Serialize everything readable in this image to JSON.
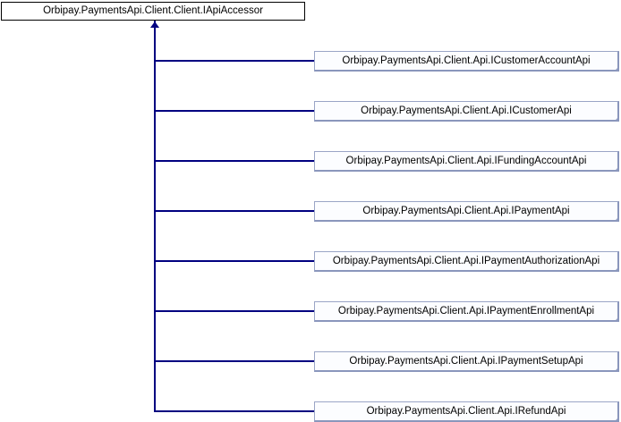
{
  "diagram": {
    "type": "class-inheritance-diagram",
    "parent": {
      "label": "Orbipay.PaymentsApi.Client.Client.IApiAccessor"
    },
    "children": [
      {
        "label": "Orbipay.PaymentsApi.Client.Api.ICustomerAccountApi"
      },
      {
        "label": "Orbipay.PaymentsApi.Client.Api.ICustomerApi"
      },
      {
        "label": "Orbipay.PaymentsApi.Client.Api.IFundingAccountApi"
      },
      {
        "label": "Orbipay.PaymentsApi.Client.Api.IPaymentApi"
      },
      {
        "label": "Orbipay.PaymentsApi.Client.Api.IPaymentAuthorizationApi"
      },
      {
        "label": "Orbipay.PaymentsApi.Client.Api.IPaymentEnrollmentApi"
      },
      {
        "label": "Orbipay.PaymentsApi.Client.Api.IPaymentSetupApi"
      },
      {
        "label": "Orbipay.PaymentsApi.Client.Api.IRefundApi"
      }
    ],
    "colors": {
      "connector": "#000080",
      "parent_border": "#000000",
      "parent_fill": "#ffffff",
      "child_border_light": "#9aa5c6",
      "child_border_dark": "#8a96bc",
      "child_fill": "#fcfdff",
      "text": "#000000"
    }
  }
}
